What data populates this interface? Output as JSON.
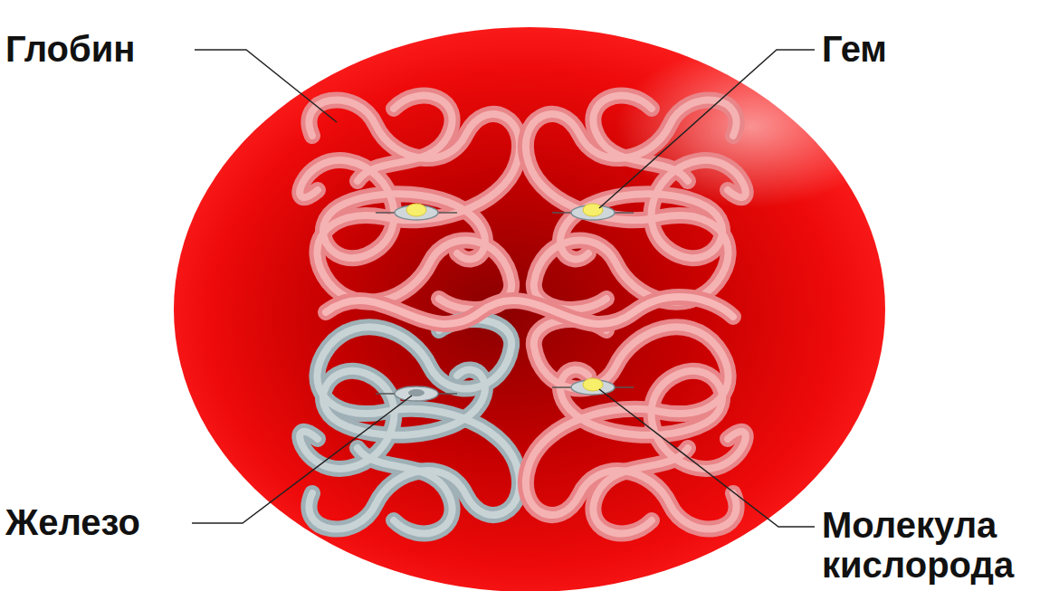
{
  "diagram": {
    "labels": [
      "Глобин",
      "Гем",
      "Железо",
      "Молекула кислорода"
    ]
  }
}
